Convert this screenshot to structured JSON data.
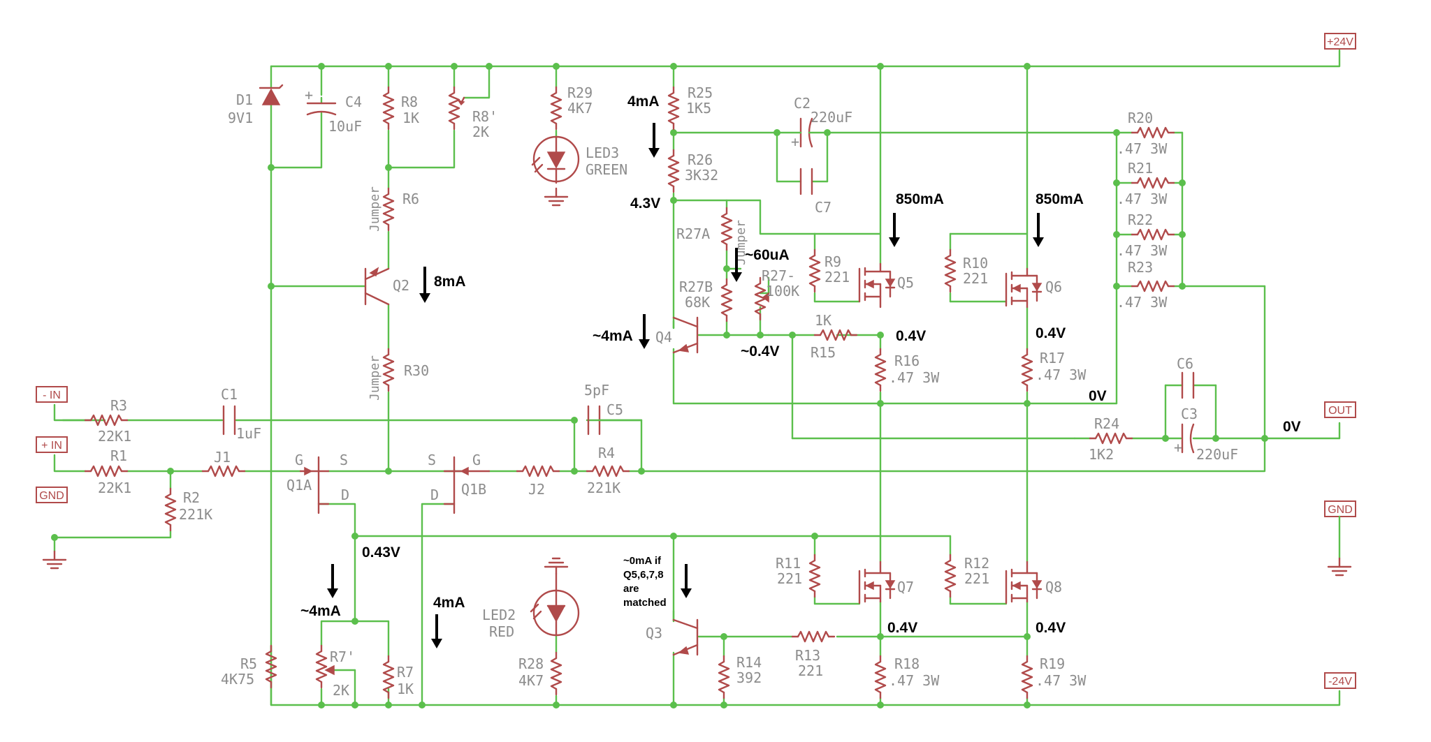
{
  "ports": {
    "p24": "+24V",
    "n24": "-24V",
    "nin": "- IN",
    "pin": "+ IN",
    "gnd_l": "GND",
    "gnd_r": "GND",
    "out": "OUT"
  },
  "components": {
    "D1": {
      "ref": "D1",
      "value": "9V1"
    },
    "C4": {
      "ref": "C4",
      "value": "10uF"
    },
    "R8": {
      "ref": "R8",
      "value": "1K"
    },
    "R8p": {
      "ref": "R8'",
      "value": "2K"
    },
    "R6": {
      "ref": "R6",
      "value": "Jumper"
    },
    "Q2": {
      "ref": "Q2"
    },
    "R30": {
      "ref": "R30",
      "value": "Jumper"
    },
    "R29": {
      "ref": "R29",
      "value": "4K7"
    },
    "LED3": {
      "ref": "LED3",
      "value": "GREEN"
    },
    "R25": {
      "ref": "R25",
      "value": "1K5"
    },
    "R26": {
      "ref": "R26",
      "value": "3K32"
    },
    "R27A": {
      "ref": "R27A"
    },
    "R27B": {
      "ref": "R27B",
      "value": "68K"
    },
    "R27J": {
      "value": "Jumper"
    },
    "R27": {
      "ref": "R27-",
      "value": "100K"
    },
    "Q4": {
      "ref": "Q4"
    },
    "C2": {
      "ref": "C2",
      "value": "220uF"
    },
    "C7": {
      "ref": "C7"
    },
    "R9": {
      "ref": "R9",
      "value": "221"
    },
    "Q5": {
      "ref": "Q5"
    },
    "R10": {
      "ref": "R10",
      "value": "221"
    },
    "Q6": {
      "ref": "Q6"
    },
    "R15": {
      "ref": "R15",
      "value": "1K"
    },
    "R16": {
      "ref": "R16",
      "value": ".47 3W"
    },
    "R17": {
      "ref": "R17",
      "value": ".47 3W"
    },
    "R20": {
      "ref": "R20",
      "value": ".47 3W"
    },
    "R21": {
      "ref": "R21",
      "value": ".47 3W"
    },
    "R22": {
      "ref": "R22",
      "value": ".47 3W"
    },
    "R23": {
      "ref": "R23",
      "value": ".47 3W"
    },
    "C6": {
      "ref": "C6"
    },
    "C3": {
      "ref": "C3",
      "value": "220uF"
    },
    "R24": {
      "ref": "R24",
      "value": "1K2"
    },
    "R3": {
      "ref": "R3",
      "value": "22K1"
    },
    "C1": {
      "ref": "C1",
      "value": "1uF"
    },
    "C5": {
      "ref": "C5",
      "value": "5pF"
    },
    "R1": {
      "ref": "R1",
      "value": "22K1"
    },
    "J1": {
      "ref": "J1"
    },
    "R2": {
      "ref": "R2",
      "value": "221K"
    },
    "Q1A": {
      "ref": "Q1A",
      "g": "G",
      "s": "S",
      "d": "D"
    },
    "Q1B": {
      "ref": "Q1B",
      "g": "G",
      "s": "S",
      "d": "D"
    },
    "J2": {
      "ref": "J2"
    },
    "R4": {
      "ref": "R4",
      "value": "221K"
    },
    "R5": {
      "ref": "R5",
      "value": "4K75"
    },
    "R7p": {
      "ref": "R7'",
      "value": "2K"
    },
    "R7": {
      "ref": "R7",
      "value": "1K"
    },
    "LED2": {
      "ref": "LED2",
      "value": "RED"
    },
    "R28": {
      "ref": "R28",
      "value": "4K7"
    },
    "Q3": {
      "ref": "Q3"
    },
    "R14": {
      "ref": "R14",
      "value": "392"
    },
    "R13": {
      "ref": "R13",
      "value": "221"
    },
    "R11": {
      "ref": "R11",
      "value": "221"
    },
    "Q7": {
      "ref": "Q7"
    },
    "R12": {
      "ref": "R12",
      "value": "221"
    },
    "Q8": {
      "ref": "Q8"
    },
    "R18": {
      "ref": "R18",
      "value": ".47 3W"
    },
    "R19": {
      "ref": "R19",
      "value": ".47 3W"
    }
  },
  "annotations": {
    "q2_current": "8mA",
    "r25_current": "4mA",
    "node_4v3": "4.3V",
    "q5_current": "850mA",
    "q6_current": "850mA",
    "r27_current": "~60uA",
    "q4_current": "~4mA",
    "q4_emitter_v": "~0.4V",
    "q5_source_v": "0.4V",
    "q6_source_v": "0.4V",
    "bus_v": "0V",
    "out_v": "0V",
    "q1a_drain_v": "0.43V",
    "r7_current": "~4mA",
    "q1b_current": "4mA",
    "q3_note": [
      "~0mA if",
      "Q5,6,7,8",
      "are",
      "matched"
    ],
    "q7_source_v": "0.4V",
    "q8_source_v": "0.4V"
  }
}
